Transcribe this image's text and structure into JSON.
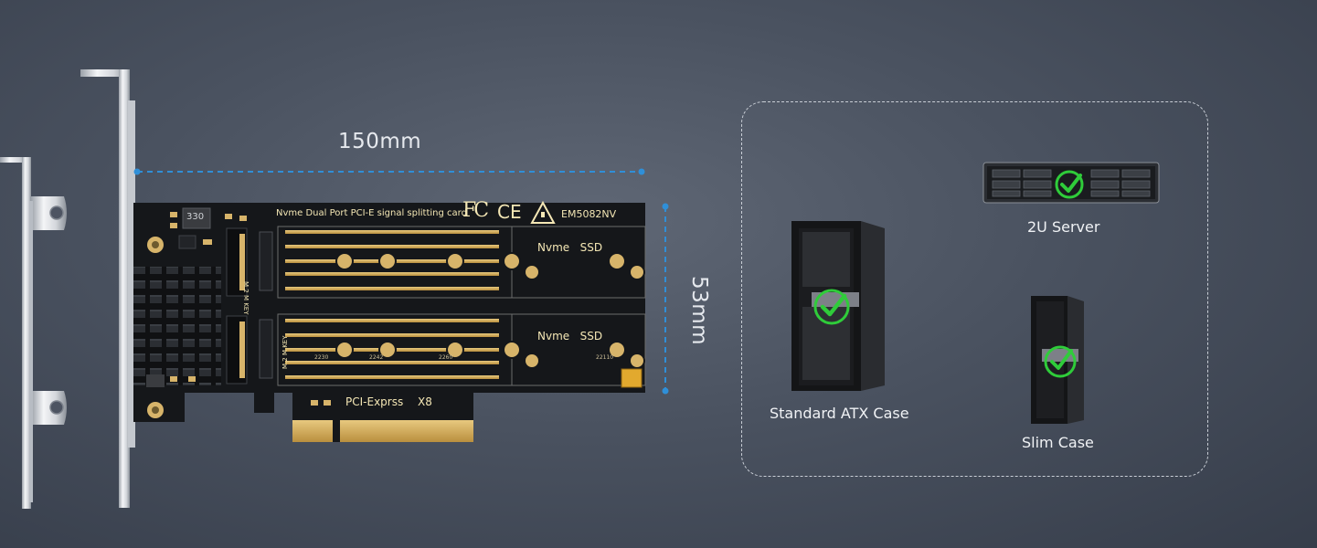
{
  "dimensions": {
    "width_label": "150mm",
    "height_label": "53mm",
    "line_color": "#2f8fd8"
  },
  "card": {
    "title": "Nvme Dual Port PCI-E signal splitting card",
    "fc_mark": "FC",
    "ce_mark": "CE",
    "model": "EM5082NV",
    "chip_label": "330",
    "slot1_label": "Nvme   SSD",
    "slot2_label": "Nvme   SSD",
    "key_label": "M.2 M KEY",
    "interface_label": "PCI-Exprss",
    "lane_label": "X8",
    "size_marks": [
      "2230",
      "2242",
      "2260",
      "22110"
    ],
    "pcb_color": "#15171a",
    "gold_color": "#d7b46a"
  },
  "compatibility": {
    "check_color": "#2fcc3a",
    "items": [
      {
        "label": "2U Server",
        "icon": "rack-server-icon"
      },
      {
        "label": "Standard ATX Case",
        "icon": "tower-case-icon"
      },
      {
        "label": "Slim Case",
        "icon": "slim-case-icon"
      }
    ]
  }
}
